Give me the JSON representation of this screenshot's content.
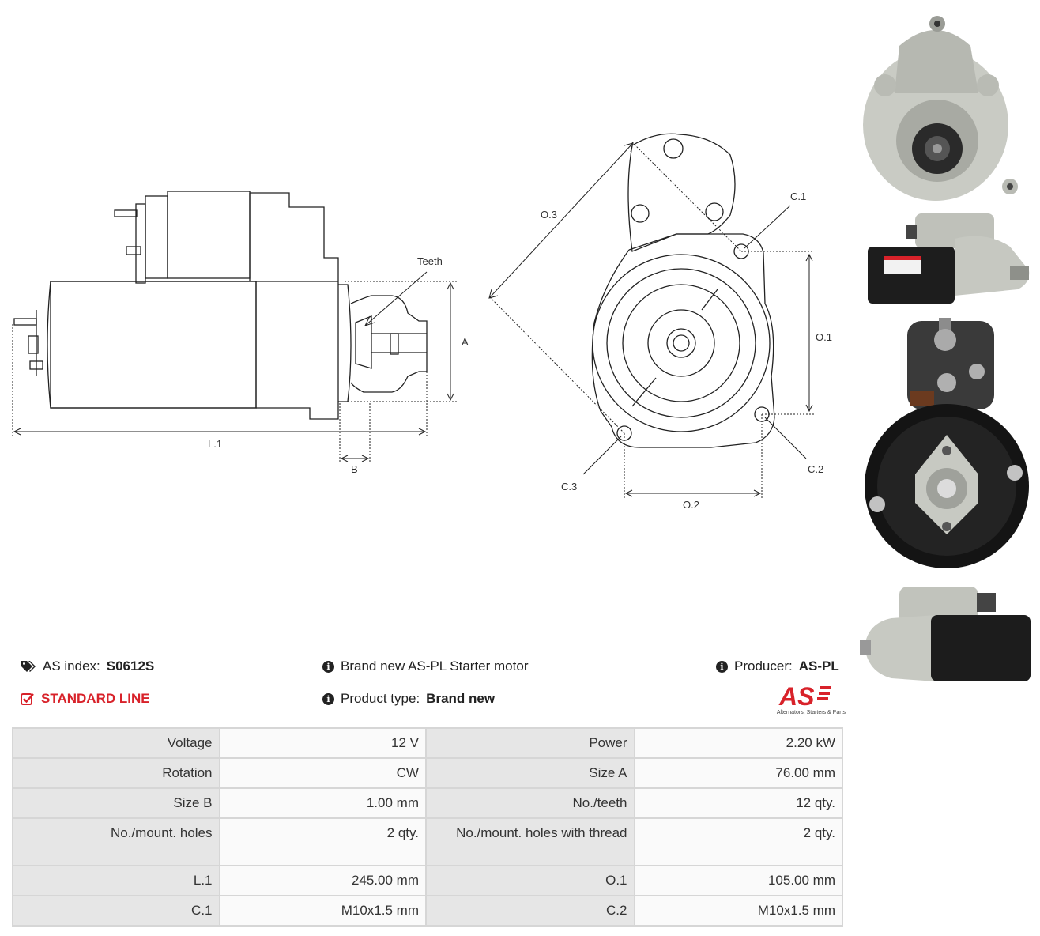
{
  "diagram": {
    "side_labels": {
      "teeth": "Teeth",
      "a": "A",
      "b": "B",
      "l1": "L.1"
    },
    "front_labels": {
      "o1": "O.1",
      "o2": "O.2",
      "o3": "O.3",
      "c1": "C.1",
      "c2": "C.2",
      "c3": "C.3"
    }
  },
  "info": {
    "as_index_label": "AS index:",
    "as_index_value": "S0612S",
    "line": "STANDARD LINE",
    "description": "Brand new AS-PL Starter motor",
    "product_type_label": "Product type:",
    "product_type_value": "Brand new",
    "producer_label": "Producer:",
    "producer_value": "AS-PL"
  },
  "logo": {
    "mark": "AS",
    "tagline": "Alternators, Starters & Parts"
  },
  "specs": [
    {
      "l1": "Voltage",
      "v1": "12 V",
      "l2": "Power",
      "v2": "2.20 kW"
    },
    {
      "l1": "Rotation",
      "v1": "CW",
      "l2": "Size A",
      "v2": "76.00 mm"
    },
    {
      "l1": "Size B",
      "v1": "1.00 mm",
      "l2": "No./teeth",
      "v2": "12 qty."
    },
    {
      "l1": "No./mount. holes",
      "v1": "2 qty.",
      "l2": "No./mount. holes with thread",
      "v2": "2 qty."
    },
    {
      "l1": "L.1",
      "v1": "245.00 mm",
      "l2": "O.1",
      "v2": "105.00 mm"
    },
    {
      "l1": "C.1",
      "v1": "M10x1.5 mm",
      "l2": "C.2",
      "v2": "M10x1.5 mm"
    }
  ]
}
